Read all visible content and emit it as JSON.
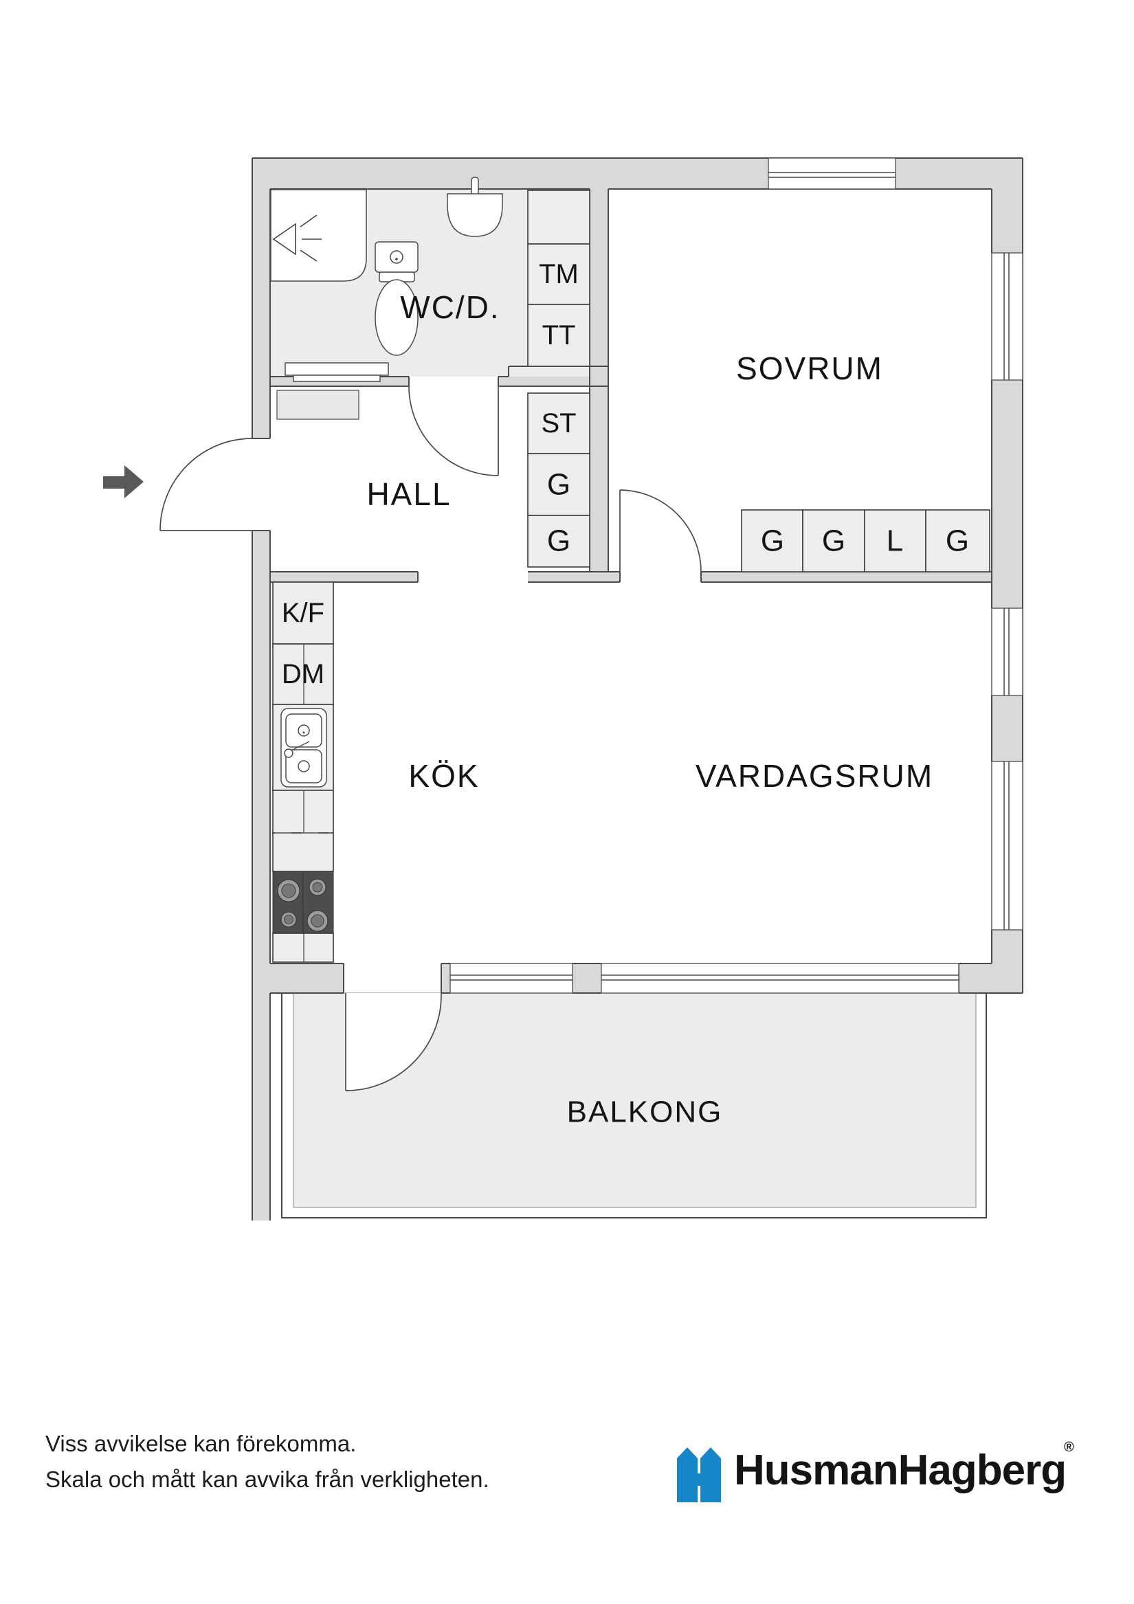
{
  "floorplan": {
    "rooms": {
      "wc_d": "WC/D.",
      "hall": "HALL",
      "sovrum": "SOVRUM",
      "kok": "KÖK",
      "vardagsrum": "VARDAGSRUM",
      "balkong": "BALKONG"
    },
    "closets": {
      "laundry_column": [
        "TM",
        "TT"
      ],
      "hall_column": [
        "ST",
        "G",
        "G"
      ],
      "bedroom_row": [
        "G",
        "G",
        "L",
        "G"
      ],
      "kitchen_column": [
        "K/F",
        "DM"
      ]
    },
    "wall_color": "#d9d9d9",
    "floor_tint": "#ececec",
    "line_color": "#4a4a4a"
  },
  "icons": {
    "entrance_arrow": "right-arrow",
    "shower": "shower-spray",
    "toilet": "toilet",
    "washbasin": "wall-basin",
    "kitchen_sink": "double-bowl-sink",
    "stove": "four-burner-stove"
  },
  "footer": {
    "disclaimer_line1": "Viss avvikelse kan förekomma.",
    "disclaimer_line2": "Skala och mått kan avvika från verkligheten.",
    "logo": {
      "brand": "HusmanHagberg",
      "registered_mark": "®",
      "brand_color": "#1587c8"
    }
  }
}
